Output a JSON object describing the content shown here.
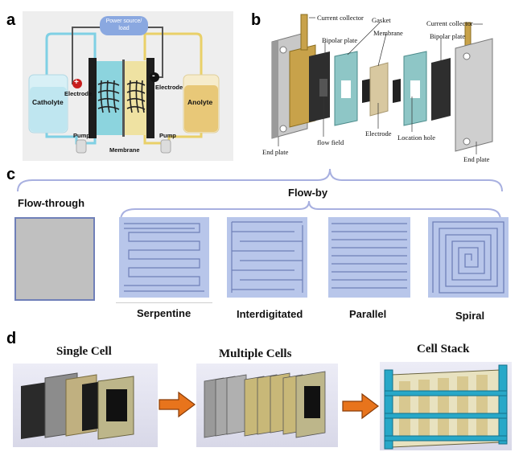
{
  "panels": {
    "a": "a",
    "b": "b",
    "c": "c",
    "d": "d"
  },
  "panel_a": {
    "power_source": "Power source/\nload",
    "catholyte": "Catholyte",
    "anolyte": "Anolyte",
    "electrode_left": "Electrode",
    "electrode_right": "Electrode",
    "pump_left": "Pump",
    "pump_right": "Pump",
    "membrane": "Membrane",
    "plus": "+",
    "minus": "-"
  },
  "panel_b": {
    "current_collector_left": "Current collector",
    "current_collector_right": "Current collector",
    "bipolar_plate_left": "Bipolar plate",
    "bipolar_plate_right": "Bipolar plate",
    "gasket": "Gasket",
    "membrane": "Membrane",
    "end_plate_left": "End plate",
    "end_plate_right": "End plate",
    "flow_field": "flow field",
    "electrode": "Electrode",
    "location_hole": "Location hole"
  },
  "panel_c": {
    "flow_through": "Flow-through",
    "flow_by": "Flow-by",
    "serpentine": "Serpentine",
    "interdigitated": "Interdigitated",
    "parallel": "Parallel",
    "spiral": "Spiral"
  },
  "panel_d": {
    "single_cell": "Single Cell",
    "multiple_cells": "Multiple Cells",
    "cell_stack": "Cell Stack"
  },
  "colors": {
    "catholyte": "#bfe6f0",
    "anolyte": "#e8c878",
    "flow_field_fill": "#b8c6ea",
    "flow_field_line": "#6f7fb8",
    "brace": "#a8b0e0",
    "arrow": "#e8741c"
  }
}
